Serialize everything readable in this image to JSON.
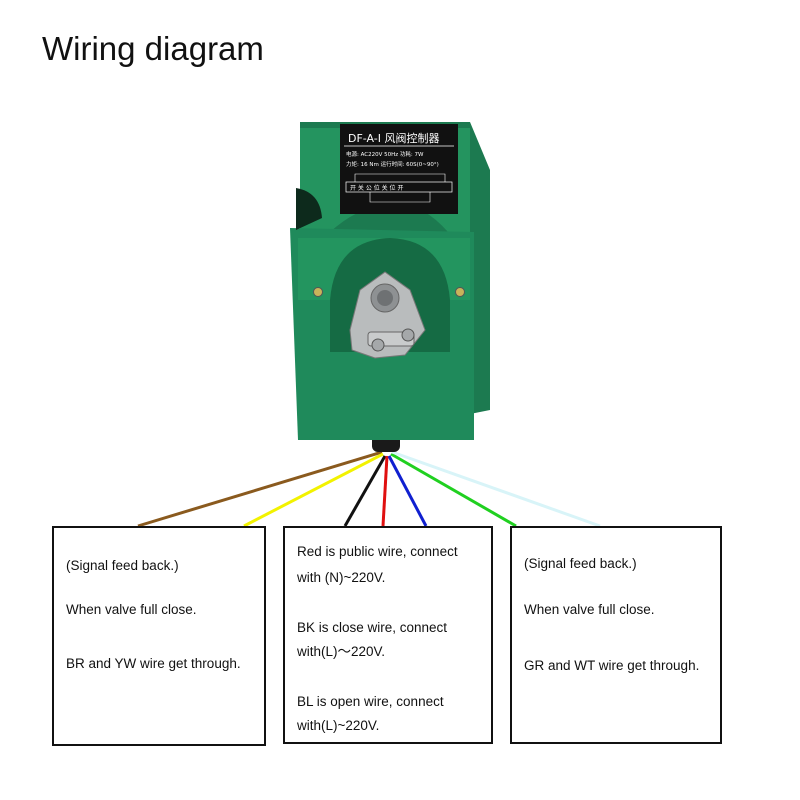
{
  "title": "Wiring diagram",
  "device": {
    "label_model": "DF-A-I 风阀控制器",
    "label_spec1": "电源: AC220V 50Hz 功耗: 7W",
    "label_spec2": "力矩: 16 Nm 运行时间: 60S(0~90°)",
    "label_terminals": "开 关 公 位 关 位 开",
    "body_color": "#1f8a5b"
  },
  "wires": [
    {
      "name": "BR",
      "color": "#8a5a1e"
    },
    {
      "name": "YW",
      "color": "#f2f200"
    },
    {
      "name": "BK",
      "color": "#111111"
    },
    {
      "name": "Red",
      "color": "#e01010"
    },
    {
      "name": "BL",
      "color": "#1020d0"
    },
    {
      "name": "GR",
      "color": "#20d020"
    },
    {
      "name": "WT",
      "color": "#d8f4f8"
    }
  ],
  "boxes": {
    "left": {
      "line1": "(Signal feed back.)",
      "line2": "When valve full close.",
      "line3": "BR and YW wire get through."
    },
    "middle": {
      "line1": "Red is public wire, connect",
      "line2": "with (N)~220V.",
      "line3": "BK is close wire, connect",
      "line4": "with(L)～220V.",
      "line5": "BL is open wire, connect",
      "line6": "with(L)~220V."
    },
    "right": {
      "line1": "(Signal feed back.)",
      "line2": "When valve full close.",
      "line3": "GR and WT wire get through."
    }
  }
}
